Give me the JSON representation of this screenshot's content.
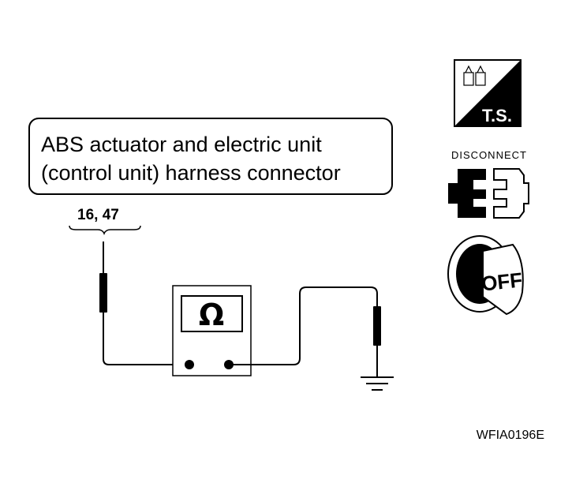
{
  "callout": {
    "line1": "ABS actuator and electric unit",
    "line2": "(control unit) harness connector"
  },
  "pins": "16, 47",
  "meter": {
    "symbol": "Ω"
  },
  "icons": {
    "ts_label": "T.S.",
    "disconnect_label": "DISCONNECT",
    "key_label": "OFF"
  },
  "figure_id": "WFIA0196E"
}
